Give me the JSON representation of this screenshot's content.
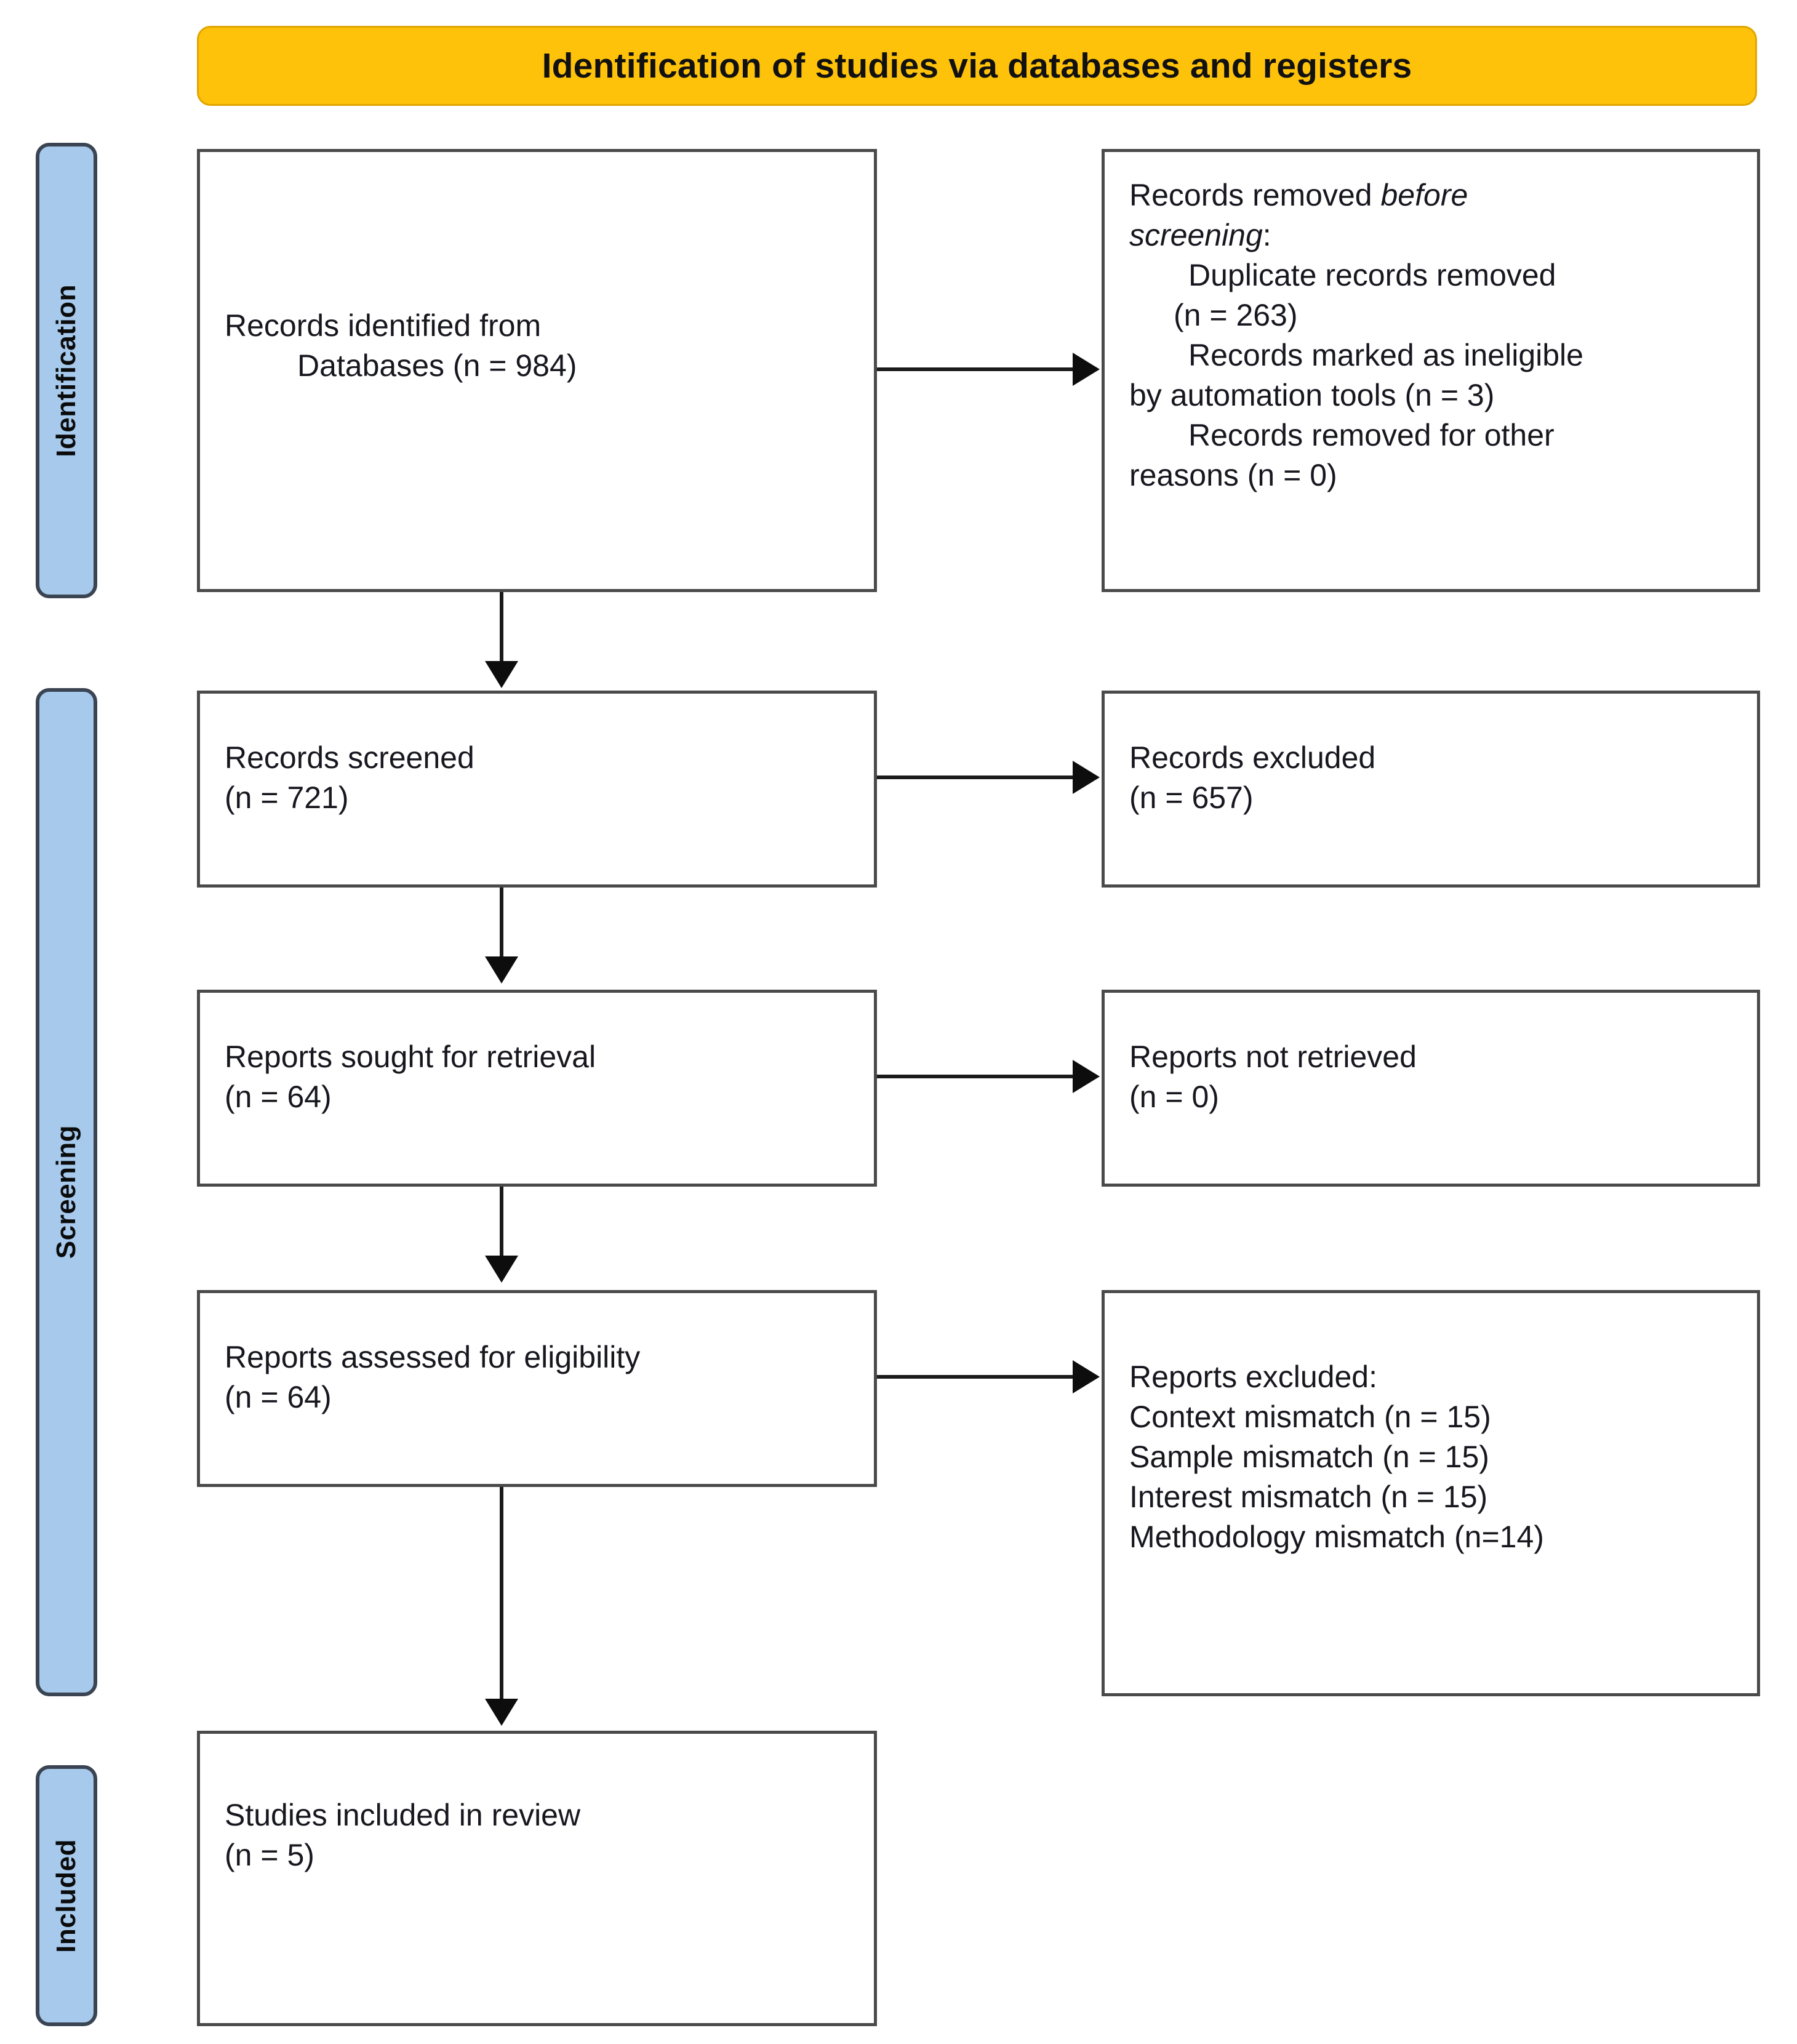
{
  "banner": {
    "title": "Identification of studies via databases and registers",
    "bg_color": "#FFC20A"
  },
  "rails": [
    {
      "label": "Identification"
    },
    {
      "label": "Screening"
    },
    {
      "label": "Included"
    }
  ],
  "boxes": {
    "identified": {
      "line1": "Records identified from",
      "line2": "Databases (n = 984)"
    },
    "removed_before_screening": {
      "line1a": "Records removed ",
      "line1b_italic": "before",
      "line2a_italic": "screening",
      "line2b": ":",
      "line3": "Duplicate records removed",
      "line4": "(n = 263)",
      "line5": "Records marked as ineligible",
      "line6": "by automation tools (n = 3)",
      "line7": "Records removed for other",
      "line8": "reasons (n = 0)"
    },
    "records_screened": {
      "line1": "Records screened",
      "line2": "(n = 721)"
    },
    "records_excluded": {
      "line1": "Records excluded",
      "line2": "(n = 657)"
    },
    "reports_sought": {
      "line1": "Reports sought for retrieval",
      "line2": "(n = 64)"
    },
    "reports_not_retrieved": {
      "line1": "Reports not retrieved",
      "line2": "(n = 0)"
    },
    "reports_assessed": {
      "line1": "Reports assessed for eligibility",
      "line2": "(n = 64)"
    },
    "reports_excluded": {
      "line1": "Reports excluded:",
      "line2": "Context mismatch (n = 15)",
      "line3": "Sample mismatch (n = 15)",
      "line4": "Interest mismatch (n = 15)",
      "line5": "Methodology mismatch (n=14)"
    },
    "studies_included": {
      "line1": "Studies included in review",
      "line2": "(n = 5)"
    }
  },
  "chart_data": {
    "type": "diagram",
    "title": "Identification of studies via databases and registers",
    "stages": [
      "Identification",
      "Screening",
      "Included"
    ],
    "nodes": [
      {
        "id": "identified",
        "stage": "Identification",
        "label": "Records identified from Databases",
        "n": 984
      },
      {
        "id": "removed_before_screening",
        "stage": "Identification",
        "label": "Records removed before screening",
        "breakdown": [
          {
            "label": "Duplicate records removed",
            "n": 263
          },
          {
            "label": "Records marked as ineligible by automation tools",
            "n": 3
          },
          {
            "label": "Records removed for other reasons",
            "n": 0
          }
        ]
      },
      {
        "id": "records_screened",
        "stage": "Screening",
        "label": "Records screened",
        "n": 721
      },
      {
        "id": "records_excluded",
        "stage": "Screening",
        "label": "Records excluded",
        "n": 657
      },
      {
        "id": "reports_sought",
        "stage": "Screening",
        "label": "Reports sought for retrieval",
        "n": 64
      },
      {
        "id": "reports_not_retrieved",
        "stage": "Screening",
        "label": "Reports not retrieved",
        "n": 0
      },
      {
        "id": "reports_assessed",
        "stage": "Screening",
        "label": "Reports assessed for eligibility",
        "n": 64
      },
      {
        "id": "reports_excluded",
        "stage": "Screening",
        "label": "Reports excluded",
        "breakdown": [
          {
            "label": "Context mismatch",
            "n": 15
          },
          {
            "label": "Sample mismatch",
            "n": 15
          },
          {
            "label": "Interest mismatch",
            "n": 15
          },
          {
            "label": "Methodology mismatch",
            "n": 14
          }
        ]
      },
      {
        "id": "studies_included",
        "stage": "Included",
        "label": "Studies included in review",
        "n": 5
      }
    ],
    "edges": [
      {
        "from": "identified",
        "to": "removed_before_screening",
        "direction": "right"
      },
      {
        "from": "identified",
        "to": "records_screened",
        "direction": "down"
      },
      {
        "from": "records_screened",
        "to": "records_excluded",
        "direction": "right"
      },
      {
        "from": "records_screened",
        "to": "reports_sought",
        "direction": "down"
      },
      {
        "from": "reports_sought",
        "to": "reports_not_retrieved",
        "direction": "right"
      },
      {
        "from": "reports_sought",
        "to": "reports_assessed",
        "direction": "down"
      },
      {
        "from": "reports_assessed",
        "to": "reports_excluded",
        "direction": "right"
      },
      {
        "from": "reports_assessed",
        "to": "studies_included",
        "direction": "down"
      }
    ]
  }
}
